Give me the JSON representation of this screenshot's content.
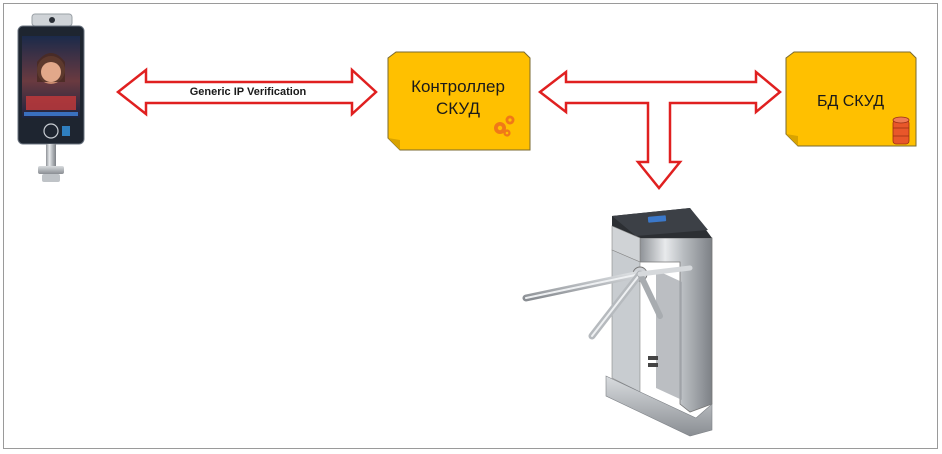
{
  "connection": {
    "label": "Generic IP Verification"
  },
  "nodes": {
    "controller": {
      "line1": "Контроллер",
      "line2": "СКУД"
    },
    "database": {
      "label": "БД СКУД"
    }
  },
  "colors": {
    "node_fill": "#FFC000",
    "arrow_stroke": "#E02020",
    "icon_orange": "#F07818",
    "db_icon": "#E8572A"
  }
}
